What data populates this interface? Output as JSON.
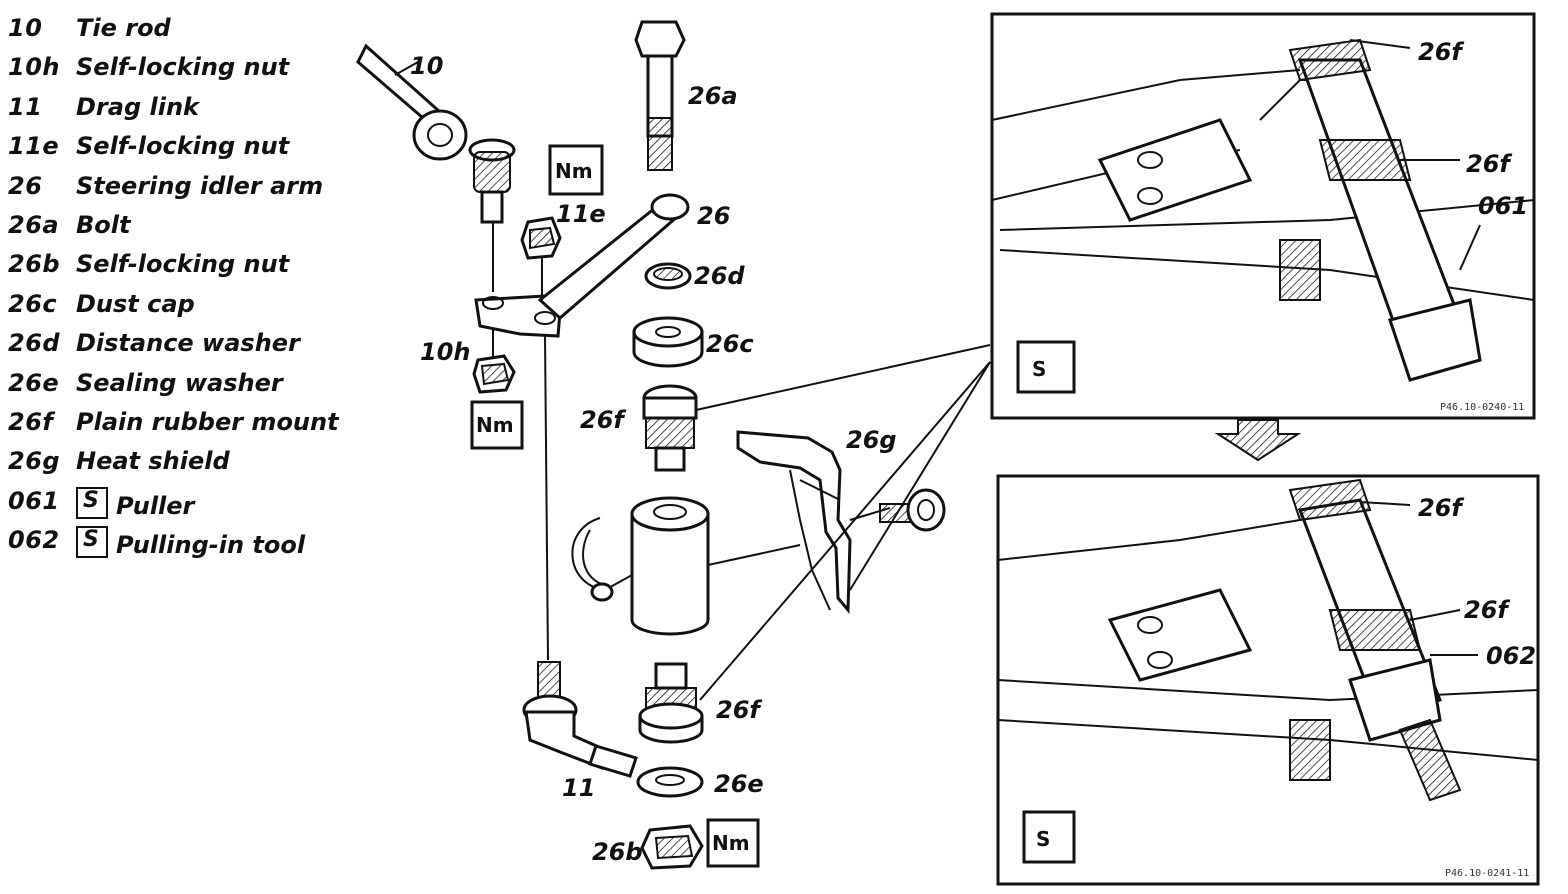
{
  "legend": [
    {
      "code": "10",
      "text": "Tie rod"
    },
    {
      "code": "10h",
      "text": "Self-locking nut"
    },
    {
      "code": "11",
      "text": "Drag link"
    },
    {
      "code": "11e",
      "text": "Self-locking nut"
    },
    {
      "code": "26",
      "text": "Steering idler arm"
    },
    {
      "code": "26a",
      "text": "Bolt"
    },
    {
      "code": "26b",
      "text": "Self-locking nut"
    },
    {
      "code": "26c",
      "text": "Dust cap"
    },
    {
      "code": "26d",
      "text": "Distance washer"
    },
    {
      "code": "26e",
      "text": "Sealing washer"
    },
    {
      "code": "26f",
      "text": "Plain rubber mount"
    },
    {
      "code": "26g",
      "text": "Heat shield"
    },
    {
      "code": "061",
      "text": "Puller",
      "tool_icon": true
    },
    {
      "code": "062",
      "text": "Pulling-in tool",
      "tool_icon": true
    }
  ],
  "callouts": {
    "c10": "10",
    "c10h": "10h",
    "c11": "11",
    "c11e": "11e",
    "c26": "26",
    "c26a": "26a",
    "c26b": "26b",
    "c26c": "26c",
    "c26d": "26d",
    "c26e": "26e",
    "c26f_top": "26f",
    "c26f_bottom": "26f",
    "c26g": "26g",
    "panel1_26f_a": "26f",
    "panel1_26f_b": "26f",
    "panel1_061": "061",
    "panel2_26f_a": "26f",
    "panel2_26f_b": "26f",
    "panel2_062": "062"
  },
  "torque_label": "Nm",
  "panel_codes": {
    "top": "P46.10-0240-11",
    "bottom": "P46.10-0241-11"
  }
}
